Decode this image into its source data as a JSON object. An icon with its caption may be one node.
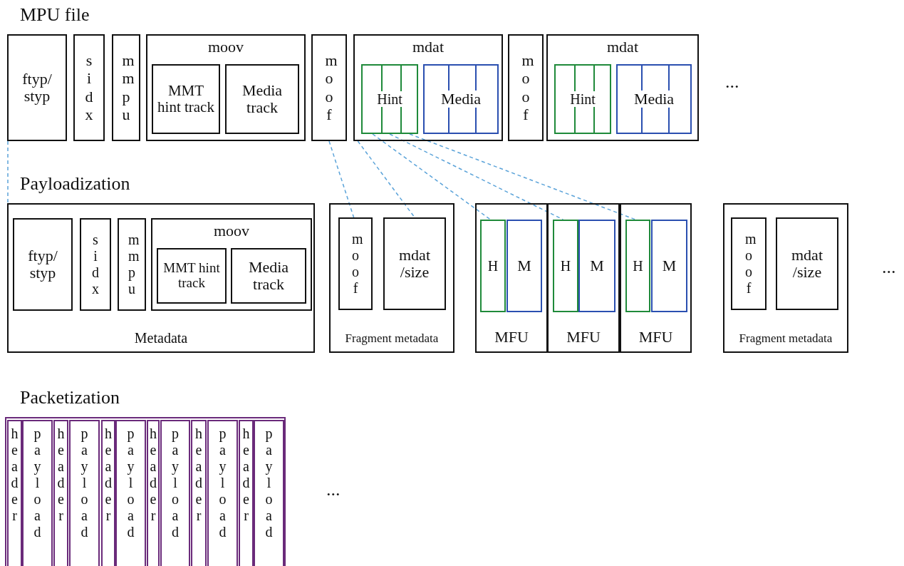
{
  "diagram": {
    "nodes": [
      {
        "text": [
          "ftyp/ styp"
        ]
      },
      {
        "text": [
          "sidx"
        ]
      },
      {
        "text": [
          "mmpu"
        ]
      },
      {
        "text": [
          "moov"
        ]
      },
      {
        "text": [
          "MMT hint track"
        ],
        "in": 3
      },
      {
        "text": [
          "Media track"
        ],
        "in": 3
      },
      {
        "text": [
          "moof"
        ]
      },
      {
        "text": [
          "mdat"
        ]
      },
      {
        "text": [
          "Hint"
        ],
        "in": 7
      },
      {
        "text": [
          "Media"
        ],
        "in": 7
      },
      {
        "text": [
          "moof"
        ]
      },
      {
        "text": [
          "mdat"
        ]
      },
      {
        "text": [
          "Hint"
        ],
        "in": 11
      },
      {
        "text": [
          "Media"
        ],
        "in": 11
      },
      {
        "text": [
          "Metadata"
        ]
      },
      {
        "text": [
          "ftyp/ styp"
        ],
        "in": 14
      },
      {
        "text": [
          "sidx"
        ],
        "in": 14
      },
      {
        "text": [
          "mmpu"
        ],
        "in": 14
      },
      {
        "text": [
          "moov"
        ],
        "in": 14
      },
      {
        "text": [
          "MMT hint track"
        ],
        "in": 18
      },
      {
        "text": [
          "Media track"
        ],
        "in": 18
      },
      {
        "text": [
          "Fragment metadata"
        ]
      },
      {
        "text": [
          "moof"
        ],
        "in": 21
      },
      {
        "text": [
          "mdat /size"
        ],
        "in": 21
      },
      {
        "text": [
          "MFU"
        ]
      },
      {
        "text": [
          "H"
        ],
        "in": 24
      },
      {
        "text": [
          "M"
        ],
        "in": 24
      },
      {
        "text": [
          "MFU"
        ]
      },
      {
        "text": [
          "H"
        ],
        "in": 27
      },
      {
        "text": [
          "M"
        ],
        "in": 27
      },
      {
        "text": [
          "MFU"
        ]
      },
      {
        "text": [
          "H"
        ],
        "in": 30
      },
      {
        "text": [
          "M"
        ],
        "in": 30
      },
      {
        "text": [
          "Fragment metadata"
        ]
      },
      {
        "text": [
          "moof"
        ],
        "in": 33
      },
      {
        "text": [
          "mdat /size"
        ],
        "in": 33
      },
      {
        "text": [],
        "shape": "box"
      },
      {
        "text": [
          "header"
        ],
        "in": 36
      },
      {
        "text": [
          "payload"
        ],
        "in": 36
      },
      {
        "text": [
          "header"
        ],
        "in": 36
      },
      {
        "text": [
          "payload"
        ],
        "in": 36
      },
      {
        "text": [
          "header"
        ],
        "in": 36
      },
      {
        "text": [
          "payload"
        ],
        "in": 36
      },
      {
        "text": [
          "header"
        ],
        "in": 36
      },
      {
        "text": [
          "payload"
        ],
        "in": 36
      },
      {
        "text": [
          "header"
        ],
        "in": 36
      },
      {
        "text": [
          "payload"
        ],
        "in": 36
      },
      {
        "text": [
          "header"
        ],
        "in": 36
      },
      {
        "text": [
          "payload"
        ],
        "in": 36
      }
    ],
    "edges": [
      {
        "from": 0,
        "to": 14,
        "arrow": "none",
        "style": "dashed"
      },
      {
        "from": 6,
        "to": 22,
        "arrow": "none",
        "style": "dashed"
      },
      {
        "from": 7,
        "to": 23,
        "arrow": "none",
        "style": "dashed"
      },
      {
        "from": 8,
        "to": 25,
        "arrow": "none",
        "style": "dashed"
      },
      {
        "from": 8,
        "to": 28,
        "arrow": "none",
        "style": "dashed"
      },
      {
        "from": 8,
        "to": 31,
        "arrow": "none",
        "style": "dashed"
      }
    ],
    "labels": [
      "MPU file",
      "...",
      "Payloadization",
      "...",
      "Packetization",
      "..."
    ]
  }
}
